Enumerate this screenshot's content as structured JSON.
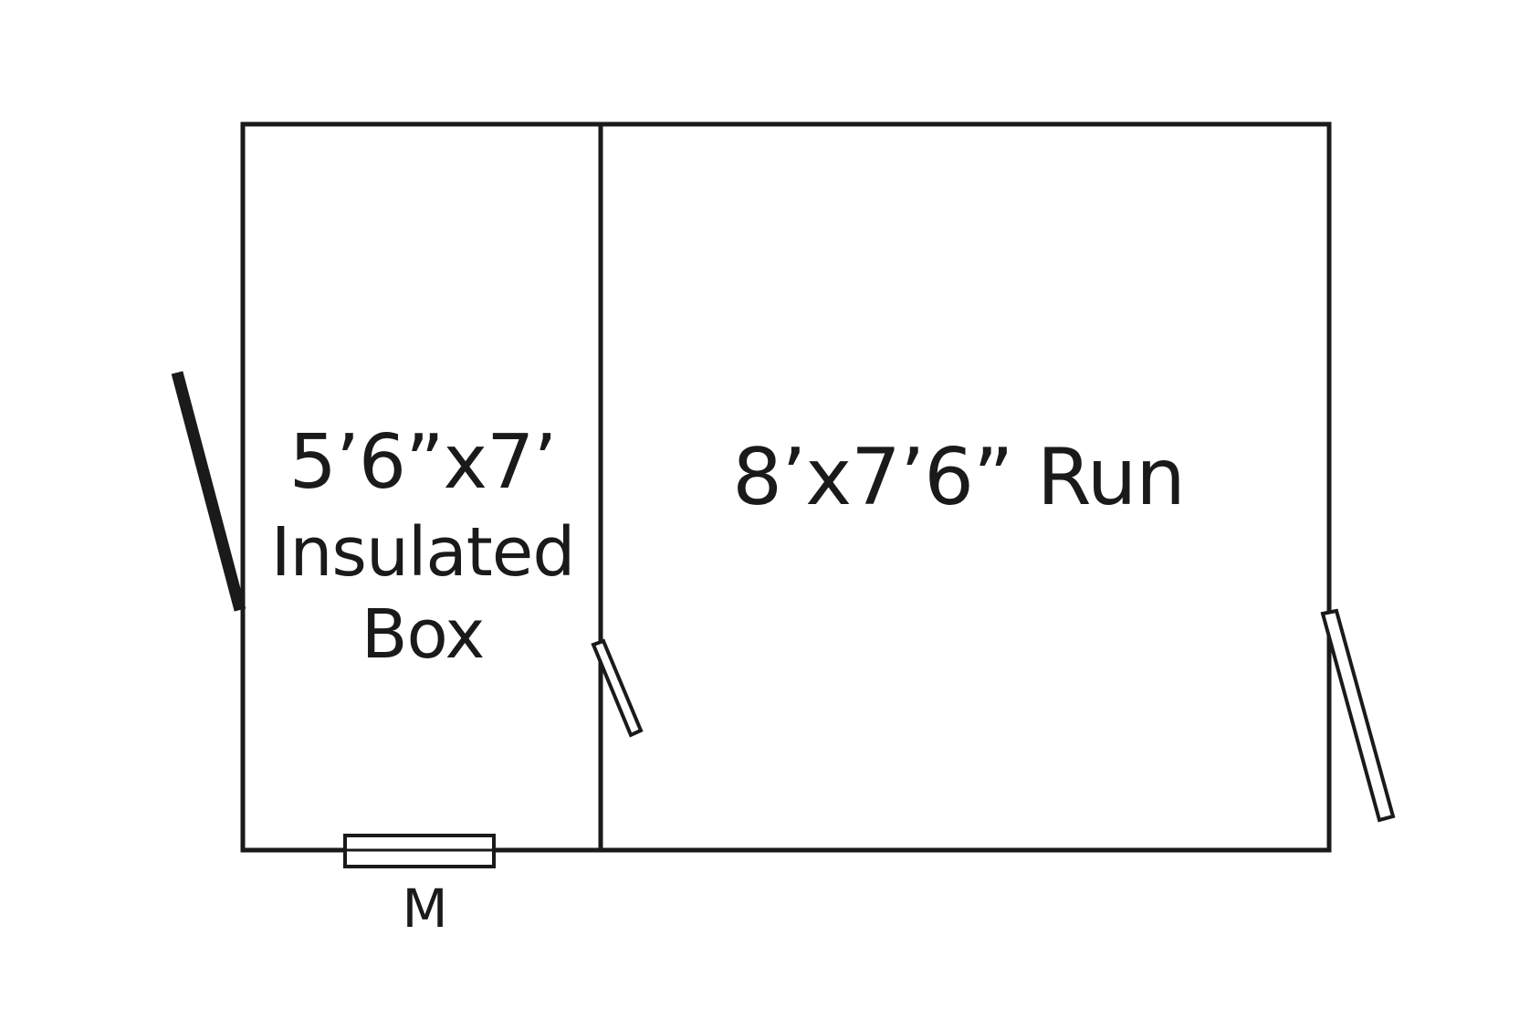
{
  "plan": {
    "insulated_box": {
      "dimension": "5’6”x7’",
      "line2": "Insulated",
      "line3": "Box"
    },
    "run": {
      "label": "8’x7’6” Run"
    },
    "window_marker": "M",
    "colors": {
      "line": "#1a1a1a",
      "background": "#ffffff"
    }
  }
}
